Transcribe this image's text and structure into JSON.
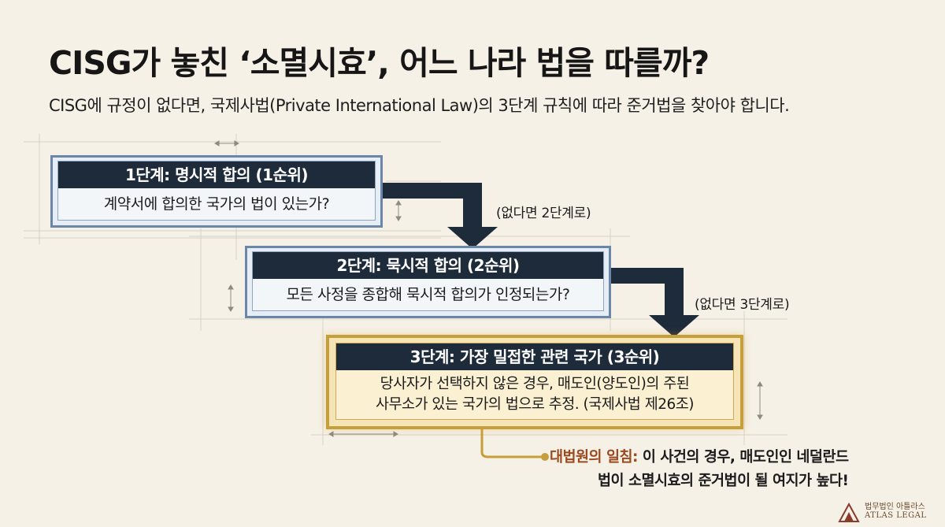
{
  "title": "CISG가 놓친 ‘소멸시효’, 어느 나라 법을 따를까?",
  "subtitle": "CISG에 규정이 없다면, 국제사법(Private International Law)의 3단계 규칙에 따라 준거법을 찾아야 합니다.",
  "steps": [
    {
      "header": "1단계: 명시적 합의 (1순위)",
      "body": "계약서에 합의한 국가의 법이 있는가?"
    },
    {
      "header": "2단계: 묵시적 합의 (2순위)",
      "body": "모든 사정을 종합해 묵시적 합의가 인정되는가?"
    },
    {
      "header": "3단계: 가장 밀접한 관련 국가 (3순위)",
      "body_line1": "당사자가 선택하지 않은 경우, 매도인(양도인)의 주된",
      "body_line2": "사무소가 있는 국가의 법으로 추정. (국제사법 제26조)"
    }
  ],
  "flow_notes": [
    "(없다면 2단계로)",
    "(없다면 3단계로)"
  ],
  "callout": {
    "label": "대법원의 일침:",
    "line1_rest": " 이 사건의 경우, 매도인인 네덜란드",
    "line2": "법이 소멸시효의 준거법이 될 여지가 높다!"
  },
  "logo": {
    "korean": "법무법인 아틀라스",
    "english": "ATLAS LEGAL"
  },
  "colors": {
    "navy": "#1e2b3b",
    "gold": "#c79e3c",
    "callout_label": "#9a4a1e",
    "background": "#f6f1e7"
  }
}
